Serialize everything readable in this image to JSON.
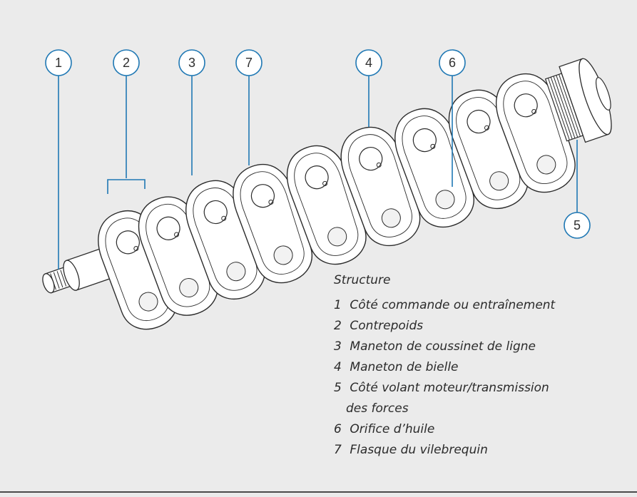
{
  "callouts": [
    {
      "label": "1"
    },
    {
      "label": "2"
    },
    {
      "label": "3"
    },
    {
      "label": "7"
    },
    {
      "label": "4"
    },
    {
      "label": "6"
    },
    {
      "label": "5"
    }
  ],
  "legend": {
    "title": "Structure",
    "items": [
      {
        "num": "1",
        "text": "Côté commande ou entraînement"
      },
      {
        "num": "2",
        "text": "Contrepoids"
      },
      {
        "num": "3",
        "text": "Maneton de coussinet de ligne"
      },
      {
        "num": "4",
        "text": "Maneton de bielle"
      },
      {
        "num": "5",
        "text": "Côté volant moteur/transmission",
        "cont": "des forces"
      },
      {
        "num": "6",
        "text": "Orifice d’huile"
      },
      {
        "num": "7",
        "text": "Flasque du vilebrequin"
      }
    ]
  },
  "colors": {
    "background": "#ebebeb",
    "accent": "#1f78b4",
    "line": "#2b2b2b",
    "part": "#ffffff"
  }
}
